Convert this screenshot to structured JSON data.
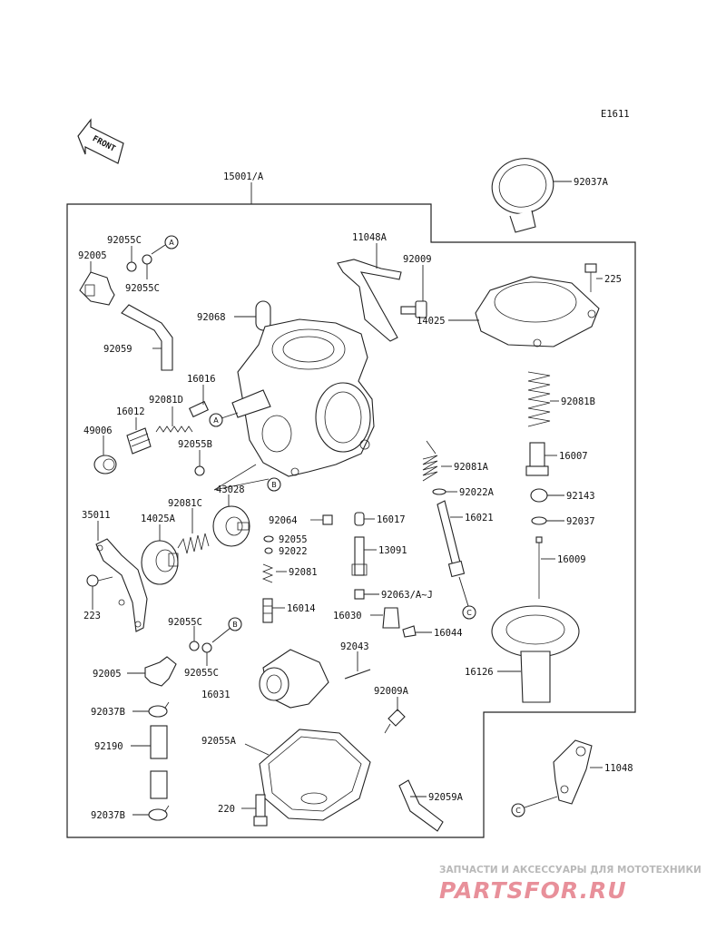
{
  "diagram_code": "E1611",
  "front_label": "FRONT",
  "assembly_label": "15001/A",
  "refs": {
    "A": "A",
    "B": "B",
    "C": "C"
  },
  "labels": {
    "l92037A": "92037A",
    "l11048A": "11048A",
    "l92055C_top": "92055C",
    "l92005_top": "92005",
    "l92055C_top2": "92055C",
    "l92009": "92009",
    "l225": "225",
    "l92068": "92068",
    "l14025": "14025",
    "l92059": "92059",
    "l16016": "16016",
    "l92081D": "92081D",
    "l16012": "16012",
    "l92081B": "92081B",
    "l49006": "49006",
    "l92055B": "92055B",
    "l16007": "16007",
    "l92081A": "92081A",
    "l43028": "43028",
    "l92022A": "92022A",
    "l92143": "92143",
    "l35011": "35011",
    "l14025A": "14025A",
    "l92081C": "92081C",
    "l92064": "92064",
    "l16017": "16017",
    "l16021": "16021",
    "l92037": "92037",
    "l92055": "92055",
    "l92022": "92022",
    "l13091": "13091",
    "l16009": "16009",
    "l92081": "92081",
    "l223": "223",
    "l92063": "92063/A~J",
    "l16014": "16014",
    "l16030": "16030",
    "l16044": "16044",
    "l92055C_mid": "92055C",
    "l92005_mid": "92005",
    "l92055C_mid2": "92055C",
    "l92043": "92043",
    "l16126": "16126",
    "l16031": "16031",
    "l92037B_top": "92037B",
    "l92009A": "92009A",
    "l92190": "92190",
    "l92055A": "92055A",
    "l11048": "11048",
    "l220": "220",
    "l92059A": "92059A",
    "l92037B_bot": "92037B"
  },
  "watermark": {
    "tagline": "ЗАПЧАСТИ И АКСЕССУАРЫ ДЛЯ МОТОТЕХНИКИ",
    "brand": "PARTSFOR.RU"
  }
}
